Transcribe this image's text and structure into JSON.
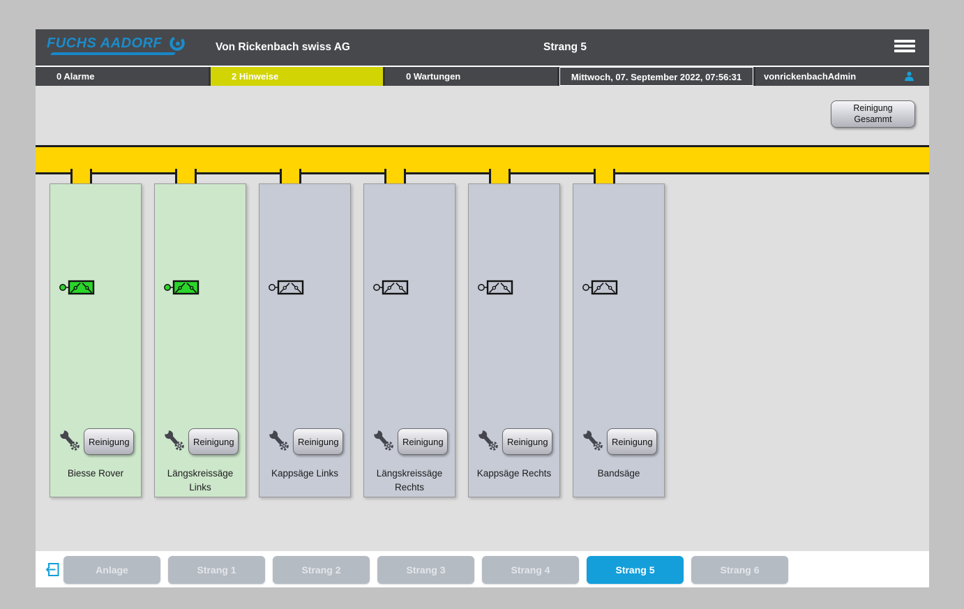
{
  "header": {
    "logo_text": "FUCHS AADORF",
    "company_title": "Von Rickenbach swiss AG",
    "screen_title": "Strang 5"
  },
  "status": {
    "alarms": "0 Alarme",
    "hints": "2 Hinweise",
    "maintenance": "0 Wartungen",
    "datetime": "Mittwoch, 07. September 2022, 07:56:31",
    "user": "vonrickenbachAdmin"
  },
  "toolbar": {
    "reinigung_gesamt_line1": "Reinigung",
    "reinigung_gesamt_line2": "Gesammt"
  },
  "machines": {
    "button_label": "Reinigung",
    "items": [
      {
        "label": "Biesse Rover",
        "state": "active"
      },
      {
        "label": "Längskreissäge Links",
        "state": "active"
      },
      {
        "label": "Kappsäge Links",
        "state": "idle"
      },
      {
        "label": "Längskreissäge Rechts",
        "state": "idle"
      },
      {
        "label": "Kappsäge Rechts",
        "state": "idle"
      },
      {
        "label": "Bandsäge",
        "state": "idle"
      }
    ]
  },
  "tabs": {
    "items": [
      "Anlage",
      "Strang 1",
      "Strang 2",
      "Strang 3",
      "Strang 4",
      "Strang 5",
      "Strang 6"
    ],
    "active_index": 5
  },
  "colors": {
    "card_active": "#cde7cb",
    "card_idle": "#c6cbd6",
    "damper_active": "#2bd52b",
    "damper_idle": "#c2c6d0",
    "duct_yellow": "#ffd400",
    "hint_yellow": "#d2d404",
    "tab_active_blue": "#149fda",
    "accent_blue": "#1b9fd6"
  },
  "layout": {
    "machine_lefts": [
      20,
      170,
      320,
      470,
      620,
      770
    ]
  }
}
